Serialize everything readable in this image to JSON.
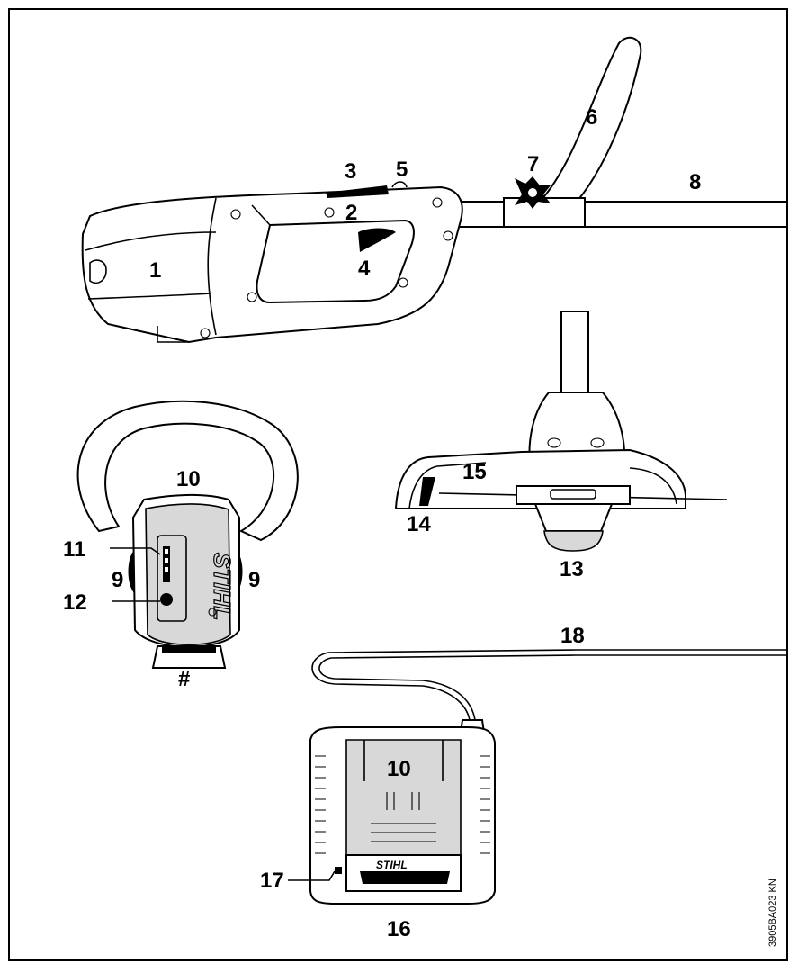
{
  "labels": {
    "l1": "1",
    "l2": "2",
    "l3": "3",
    "l4": "4",
    "l5": "5",
    "l6": "6",
    "l7": "7",
    "l8": "8",
    "l9a": "9",
    "l9b": "9",
    "l10a": "10",
    "l10b": "10",
    "l11": "11",
    "l12": "12",
    "l13": "13",
    "l14": "14",
    "l15": "15",
    "l16": "16",
    "l17": "17",
    "l18": "18",
    "hash": "#"
  },
  "code": "3905BA023 KN",
  "brand": "STIHL"
}
